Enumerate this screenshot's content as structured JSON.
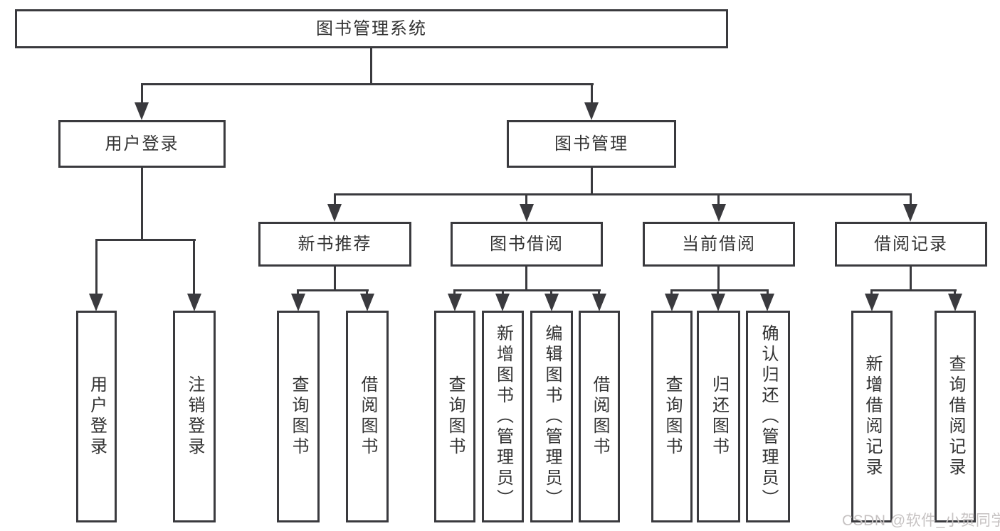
{
  "tree": {
    "label": "图书管理系统",
    "children": [
      {
        "label": "用户登录",
        "children": [
          {
            "label": "用户登录"
          },
          {
            "label": "注销登录"
          }
        ]
      },
      {
        "label": "图书管理",
        "children": [
          {
            "label": "新书推荐",
            "children": [
              {
                "label": "查询图书"
              },
              {
                "label": "借阅图书"
              }
            ]
          },
          {
            "label": "图书借阅",
            "children": [
              {
                "label": "查询图书"
              },
              {
                "label": "新增图书（管理员）"
              },
              {
                "label": "编辑图书（管理员）"
              },
              {
                "label": "借阅图书"
              }
            ]
          },
          {
            "label": "当前借阅",
            "children": [
              {
                "label": "查询图书"
              },
              {
                "label": "归还图书"
              },
              {
                "label": "确认归还（管理员）"
              }
            ]
          },
          {
            "label": "借阅记录",
            "children": [
              {
                "label": "新增借阅记录"
              },
              {
                "label": "查询借阅记录"
              }
            ]
          }
        ]
      }
    ]
  },
  "watermark": {
    "text": "CSDN @软件_小贺同学"
  },
  "colors": {
    "line": "#3a3a3e",
    "text": "#333333",
    "watermark": "#c6c2c2",
    "background": "#ffffff"
  }
}
